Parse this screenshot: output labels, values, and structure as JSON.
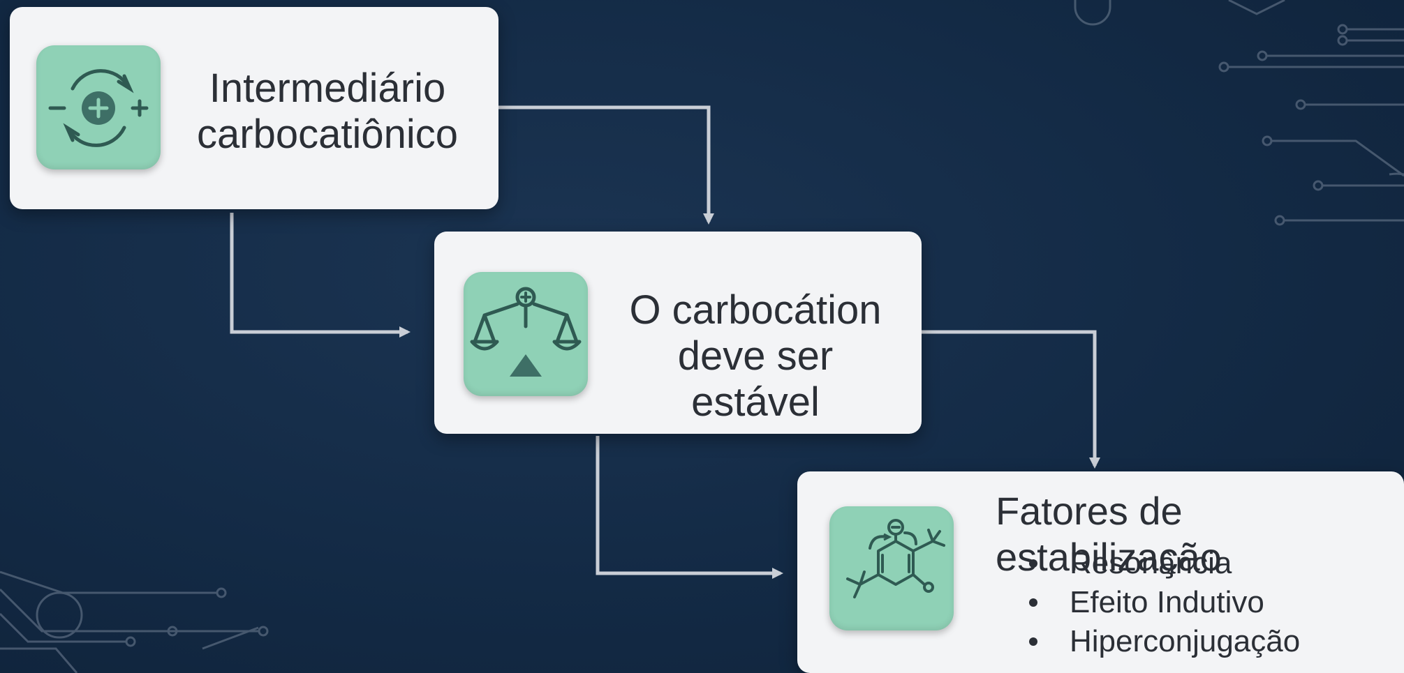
{
  "nodes": {
    "intermediate": {
      "line1": "Intermediário",
      "line2": "carbocatiônico",
      "icon": "carbocation-cycle-icon"
    },
    "stable": {
      "line1": "O carbocátion",
      "line2": "deve ser estável",
      "icon": "balance-scale-icon"
    },
    "factors": {
      "title": "Fatores de estabilização",
      "icon": "molecule-structure-icon",
      "items": [
        "Resonância",
        "Efeito Indutivo",
        "Hiperconjugação"
      ]
    }
  },
  "colors": {
    "background": "#132a45",
    "card": "#f3f4f6",
    "icon_tile": "#8fd1b6",
    "icon_stroke": "#2f5a52",
    "arrow": "#c9ced6",
    "circuit": "#5d6d82"
  }
}
